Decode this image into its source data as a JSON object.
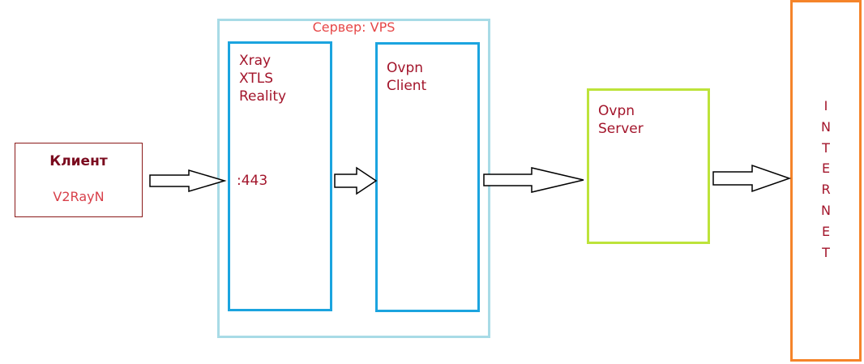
{
  "client": {
    "title": "Клиент",
    "app": "V2RayN"
  },
  "vps": {
    "title": "Сервер: VPS"
  },
  "xray": {
    "label": "Xray\nXTLS\nReality",
    "port": ":443"
  },
  "ovpn_client": {
    "label": "Ovpn\nClient"
  },
  "ovpn_server": {
    "label": "Ovpn\nServer"
  },
  "internet": {
    "label": "I\nN\nT\nE\nR\nN\nE\nT"
  },
  "colors": {
    "text": "#a3152b",
    "vps_border": "#a8dbe6",
    "inner_border": "#1ba4df",
    "server_border": "#bde33a",
    "internet_border": "#f5842a"
  },
  "arrows": [
    "client-to-xray",
    "xray-to-ovpn-client",
    "ovpn-client-to-ovpn-server",
    "ovpn-server-to-internet"
  ]
}
